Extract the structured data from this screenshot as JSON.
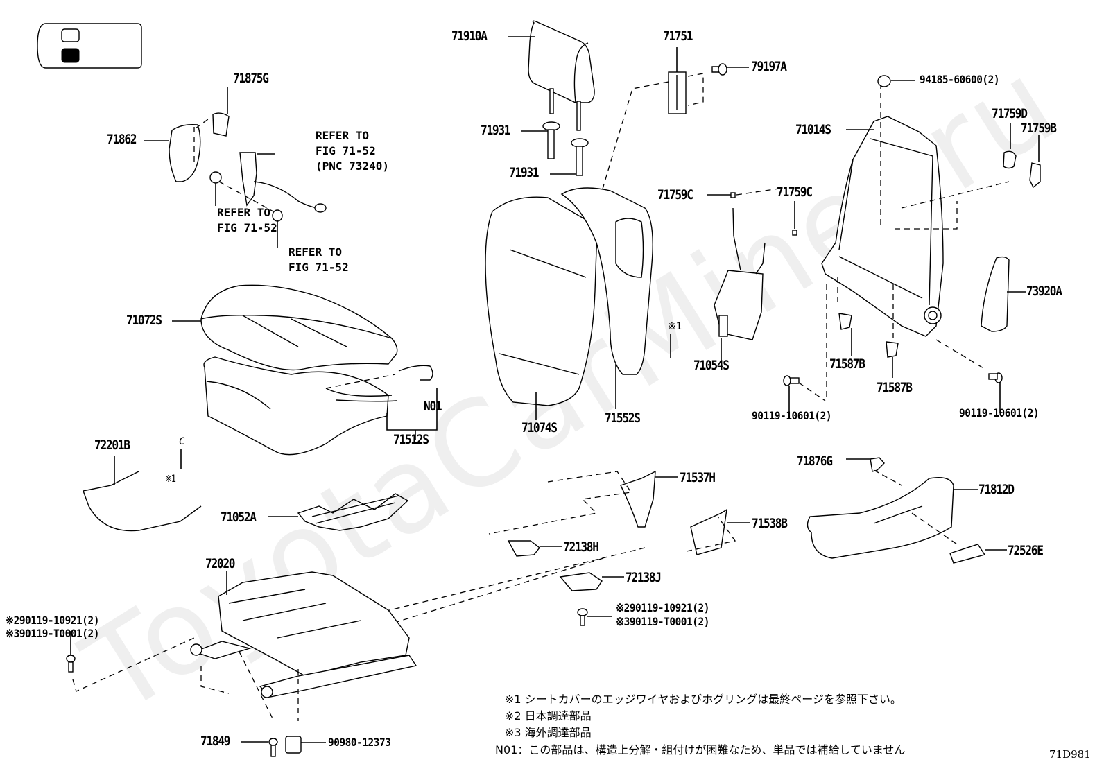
{
  "figure_id": "71D981",
  "watermark": "ToyotaCarMiner.ru",
  "legend_box": {
    "items": [
      {
        "icon": "white-square-icon",
        "fill": "#ffffff"
      },
      {
        "icon": "black-square-icon",
        "fill": "#000000"
      }
    ]
  },
  "part_labels": {
    "p71910A": "71910A",
    "p71751": "71751",
    "p79197A": "79197A",
    "p94185": "94185-60600(2)",
    "p71875G": "71875G",
    "p71862": "71862",
    "p71931a": "71931",
    "p71931b": "71931",
    "p71014S": "71014S",
    "p71759D": "71759D",
    "p71759B": "71759B",
    "p71759Ca": "71759C",
    "p71759Cb": "71759C",
    "p71072S": "71072S",
    "pN01": "N01",
    "p71512S": "71512S",
    "p71074S": "71074S",
    "p71552S": "71552S",
    "pNote1a": "※1",
    "p71054S": "71054S",
    "p71587Ba": "71587B",
    "p71587Bb": "71587B",
    "p73920A": "73920A",
    "p90119a": "90119-10601(2)",
    "p90119b": "90119-10601(2)",
    "p72201B": "72201B",
    "pNote1b": "※1",
    "p71052A": "71052A",
    "p71876G": "71876G",
    "p71812D": "71812D",
    "p71537H": "71537H",
    "p71538B": "71538B",
    "p72138H": "72138H",
    "p72526E": "72526E",
    "p72138J": "72138J",
    "p72020": "72020",
    "pBoltLeft1": "※290119-10921(2)",
    "pBoltLeft2": "※390119-T0001(2)",
    "pBoltMid1": "※290119-10921(2)",
    "pBoltMid2": "※390119-T0001(2)",
    "p71849": "71849",
    "p90980": "90980-12373"
  },
  "refer_labels": {
    "buckle": [
      "REFER TO",
      "FIG 71-52",
      "(PNC 73240)"
    ],
    "washer_left": [
      "REFER TO",
      "FIG 71-52"
    ],
    "washer_right": [
      "REFER TO",
      "FIG 71-52"
    ]
  },
  "notes": [
    "※1 シートカバーのエッジワイヤおよびホグリングは最終ページを参照下さい。",
    "※2 日本調達部品",
    "※3 海外調達部品",
    "N01：この部品は、構造上分解・組付けが困難なため、単品では補給していません"
  ]
}
